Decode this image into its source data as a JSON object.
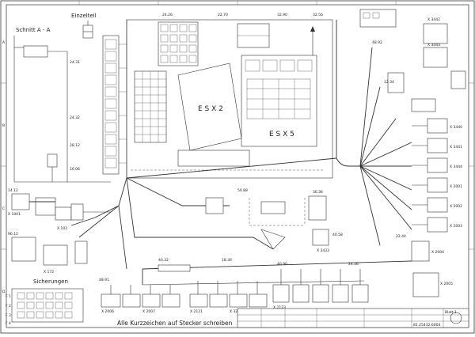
{
  "title_labels": {
    "einzelteil": "Einzelteil",
    "schnitt": "Schnitt A - A",
    "esx2": "E S X  2",
    "esx5": "E S X  5",
    "sicherungen": "Sicherungen",
    "bottom_note": "Alle Kurzzeichen auf Stecker schreiben"
  },
  "connector_labels": [
    "X 3442",
    "X 3443",
    "X 3440",
    "X 3441",
    "X 3444",
    "X 2001",
    "X 2002",
    "X 2003",
    "X 2004",
    "X 2005",
    "X 2006",
    "X 2007",
    "X 2121",
    "X 3220",
    "X 2123",
    "X 3433",
    "X 102",
    "X 1001",
    "X 172",
    "F 1",
    "F 2",
    "F 3",
    "F 4"
  ],
  "wire_refs": [
    "24.31",
    "24.32",
    "28.12",
    "16.06",
    "24.26",
    "22.70",
    "32.90",
    "32.56",
    "48.92",
    "12.34",
    "22.44",
    "14.12",
    "96.12",
    "50.88",
    "36.36",
    "40.58",
    "48.91",
    "40.90",
    "24.36",
    "40.32",
    "18.36"
  ],
  "side_labels": [
    "A",
    "B",
    "C",
    "D"
  ],
  "title_block": {
    "drawing_no": "81.25432.6004",
    "sheet": "Blatt 1"
  }
}
